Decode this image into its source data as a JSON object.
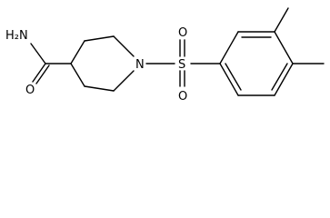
{
  "molecule": {
    "atoms": {
      "amide_nh2": "H₂N",
      "amide_o": "O",
      "ring_n": "N",
      "sulfur": "S",
      "sulfonyl_o_top": "O",
      "sulfonyl_o_bottom": "O"
    }
  },
  "colors": {
    "bond": "#000000",
    "label": "#000000",
    "background": "#ffffff"
  }
}
